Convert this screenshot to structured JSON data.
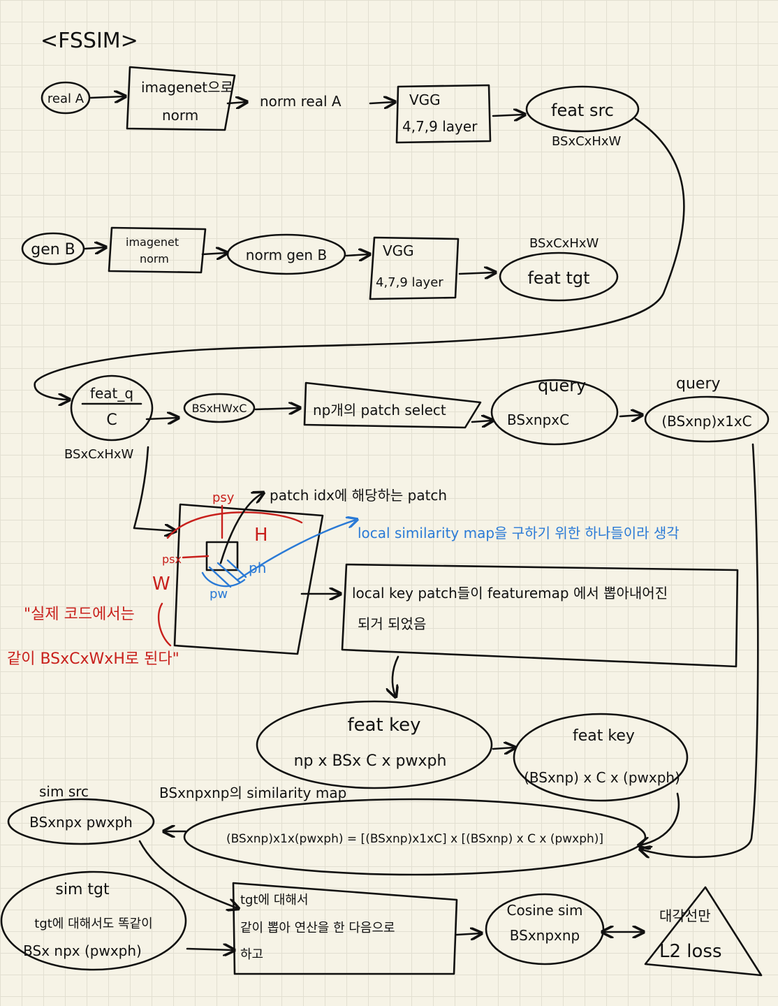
{
  "title": "<FSSIM>",
  "row1": {
    "real_a": "real A",
    "imagenet_norm_1": "imagenet으로",
    "imagenet_norm_2": "norm",
    "norm_real_a": "norm real A",
    "vgg_1": "VGG",
    "vgg_2": "4,7,9 layer",
    "feat_src": "feat src",
    "feat_src_shape": "BSxCxHxW"
  },
  "row2": {
    "gen_b": "gen B",
    "imagenet_norm_1": "imagenet",
    "imagenet_norm_2": "norm",
    "norm_gen_b": "norm gen B",
    "vgg_1": "VGG",
    "vgg_2": "4,7,9 layer",
    "feat_tgt": "feat tgt",
    "feat_tgt_shape": "BSxCxHxW"
  },
  "row3": {
    "feat_q_num": "feat_q",
    "feat_q_den": "C",
    "feat_q_shape": "BSxCxHxW",
    "bs_hw_c": "BSxHWxC",
    "patch_select": "np개의 patch select",
    "query_label": "query",
    "query_shape": "BSxnpxC",
    "query2_label": "query",
    "query2_shape": "(BSxnp)x1xC"
  },
  "patch_diagram": {
    "psy": "psy",
    "psx": "psx",
    "H": "H",
    "W": "W",
    "ph": "ph",
    "pw": "pw",
    "patch_note": "patch idx에 해당하는 patch",
    "blue_note": "local similarity map을 구하기 위한 하나들이라 생각",
    "red_note_1": "\"실제 코드에서는",
    "red_note_2": "같이 BSxCxWxH로 된다\""
  },
  "local_box": {
    "line1": "local key patch들이 featuremap 에서 뽑아내어진",
    "line2": "되거 되었음"
  },
  "keys": {
    "feat_key_1_label": "feat key",
    "feat_key_1_shape": "np x BSx C x pwxph",
    "feat_key_2_label": "feat key",
    "feat_key_2_shape": "(BSxnp) x C x (pwxph)"
  },
  "similarity": {
    "sim_src_label": "sim src",
    "sim_src_shape": "BSxnpx pwxph",
    "sim_map_label": "BSxnpxnp의 similarity map",
    "equation": "(BSxnp)x1x(pwxph) = [(BSxnp)x1xC] x [(BSxnp) x C x (pwxph)]"
  },
  "bottom": {
    "sim_tgt_label": "sim tgt",
    "sim_tgt_desc": "tgt에 대해서도 똑같이",
    "sim_tgt_shape": "BSx npx (pwxph)",
    "box_line1": "tgt에 대해서",
    "box_line2": "같이 뽑아 연산을 한 다음으로",
    "box_line3": "하고",
    "cosine_label": "Cosine sim",
    "cosine_shape": "BSxnpxnp",
    "loss_top": "대각선만",
    "loss_bottom": "L2 loss"
  }
}
